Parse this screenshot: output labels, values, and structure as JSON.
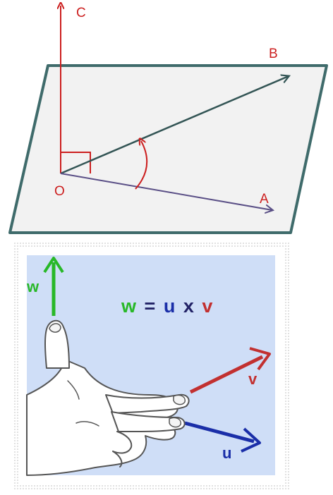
{
  "plane_diagram": {
    "labels": {
      "origin": "O",
      "vector_a": "A",
      "vector_b": "B",
      "vector_c": "C"
    },
    "colors": {
      "plane_fill": "#f2f2f2",
      "plane_edge": "#3f6b6b",
      "red": "#cc1f1f",
      "dark_vector": "#335555",
      "purple_vector": "#5a4f86"
    }
  },
  "right_hand_rule": {
    "labels": {
      "w": "w",
      "u": "u",
      "v": "v"
    },
    "equation": {
      "w": "w",
      "eq": "=",
      "u": "u",
      "x": "x",
      "v": "v"
    },
    "colors": {
      "panel_bg": "#cfdef7",
      "w_color": "#28b828",
      "u_color": "#1a2ea8",
      "v_color": "#c23030",
      "text_dark": "#222266"
    }
  }
}
